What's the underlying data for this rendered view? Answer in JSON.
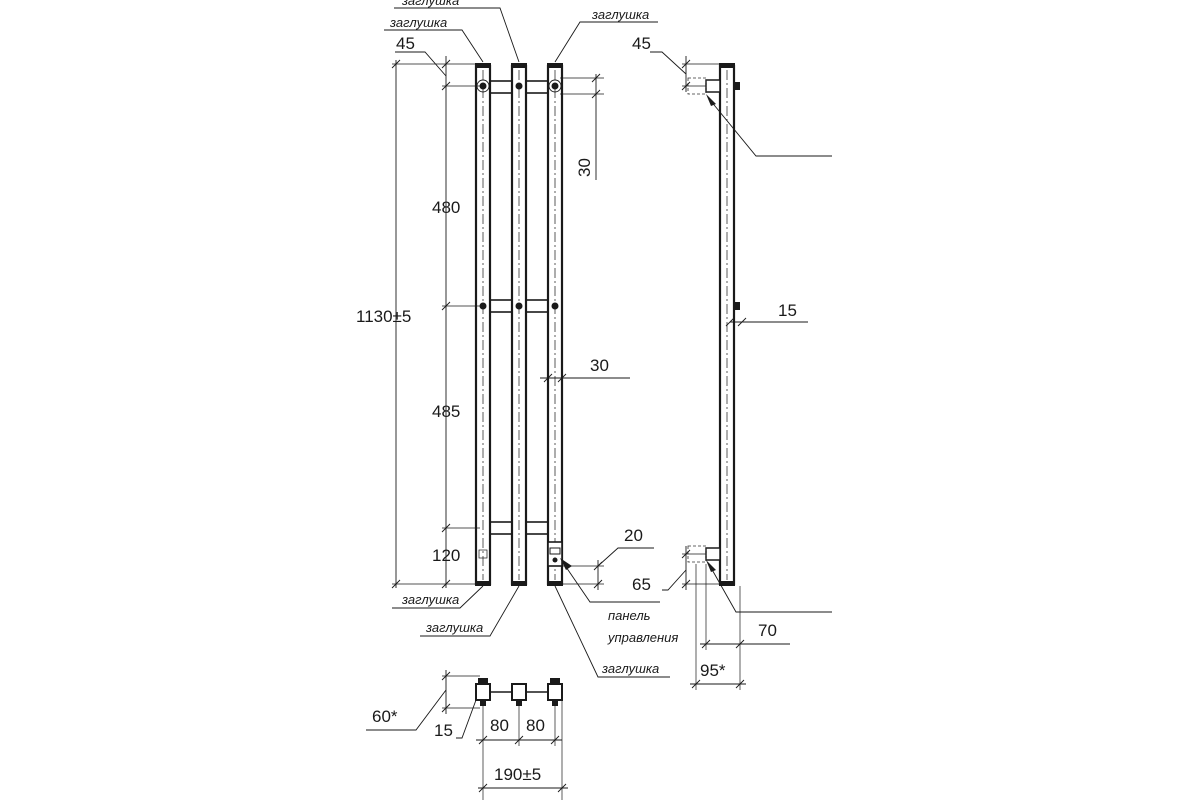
{
  "labels": {
    "cap": "заглушка",
    "panel_line1": "панель",
    "panel_line2": "управления"
  },
  "front": {
    "height_total": "1130±5",
    "top_offset": "45",
    "upper_span": "480",
    "lower_span": "485",
    "bottom_offset": "120",
    "bar_pitch_right": "30",
    "tube_width": "30",
    "panel_offset": "20"
  },
  "side": {
    "top_offset": "45",
    "tube_width": "15",
    "bottom_offset": "65",
    "wall_depth": "70",
    "total_depth": "95*"
  },
  "plan": {
    "depth": "60*",
    "bracket": "15",
    "spacing_left": "80",
    "spacing_right": "80",
    "width_total": "190±5"
  }
}
